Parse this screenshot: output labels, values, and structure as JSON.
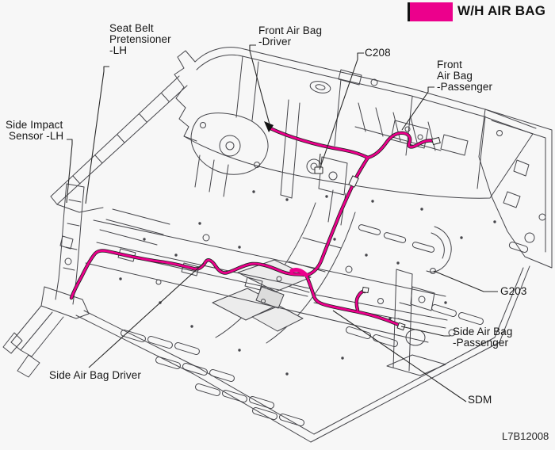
{
  "legend": {
    "label": "W/H AIR BAG",
    "swatch_color": "#EC008C"
  },
  "figure_code": "L7B12008",
  "colors": {
    "harness": "#EC008C",
    "harness_outline": "#1f1f1f",
    "line_art": "#45454a",
    "background": "#f7f7f7",
    "text": "#161616"
  },
  "labels": {
    "seat_belt_pretensioner_lh": {
      "line1": "Seat Belt",
      "line2": "Pretensioner",
      "line3": "-LH"
    },
    "front_air_bag_driver": {
      "line1": "Front Air Bag",
      "line2": "-Driver"
    },
    "c208": {
      "text": "C208"
    },
    "front_air_bag_passenger": {
      "line1": "Front",
      "line2": "Air Bag",
      "line3": "-Passenger"
    },
    "side_impact_sensor_lh": {
      "line1": "Side Impact",
      "line2": "Sensor -LH"
    },
    "g203": {
      "text": "G203"
    },
    "side_air_bag_passenger": {
      "line1": "Side Air Bag",
      "line2": "-Passenger"
    },
    "side_air_bag_driver": {
      "text": "Side Air Bag Driver"
    },
    "sdm": {
      "text": "SDM"
    }
  }
}
